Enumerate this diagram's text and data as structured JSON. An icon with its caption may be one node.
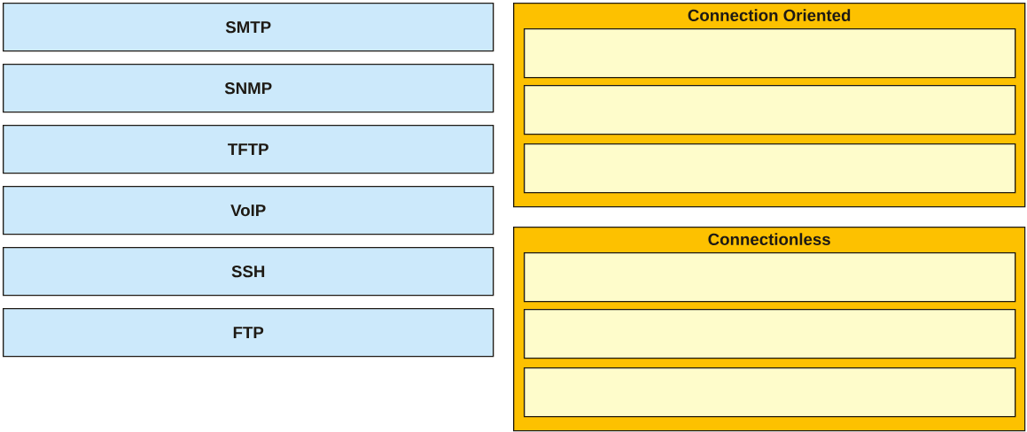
{
  "diagram": {
    "nodes": [
      {
        "text": [
          "SMTP"
        ]
      },
      {
        "text": [
          "SNMP"
        ]
      },
      {
        "text": [
          "TFTP"
        ]
      },
      {
        "text": [
          "VoIP"
        ]
      },
      {
        "text": [
          "SSH"
        ]
      },
      {
        "text": [
          "FTP"
        ]
      },
      {
        "text": [
          "Connection Oriented"
        ]
      },
      {
        "text": [],
        "shape": "box",
        "in": 6
      },
      {
        "text": [],
        "shape": "box",
        "in": 6
      },
      {
        "text": [],
        "shape": "box",
        "in": 6
      },
      {
        "text": [
          "Connectionless"
        ]
      },
      {
        "text": [],
        "shape": "box",
        "in": 10
      },
      {
        "text": [],
        "shape": "box",
        "in": 10
      },
      {
        "text": [],
        "shape": "box",
        "in": 10
      }
    ]
  }
}
